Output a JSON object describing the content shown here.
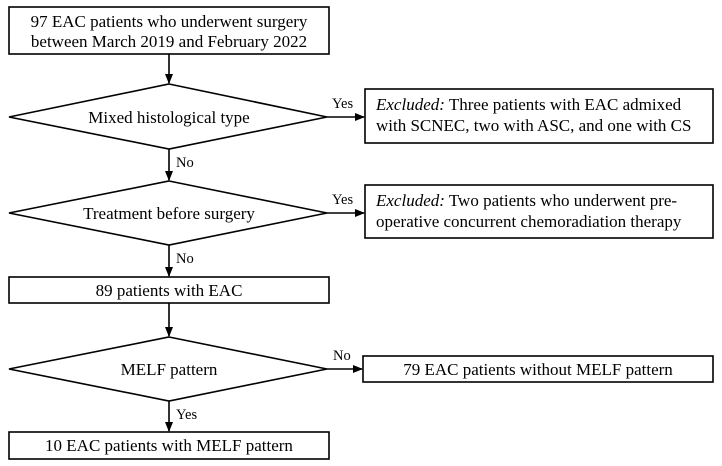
{
  "start": {
    "line1": "97 EAC patients who underwent surgery",
    "line2": "between March 2019 and February 2022"
  },
  "decision1": {
    "label": "Mixed histological type",
    "yes": "Yes",
    "no": "No",
    "excluded_prefix": "Excluded:",
    "excluded_line1": " Three patients with EAC admixed",
    "excluded_line2": "with SCNEC, two with ASC, and one with CS"
  },
  "decision2": {
    "label": "Treatment before surgery",
    "yes": "Yes",
    "no": "No",
    "excluded_prefix": "Excluded:",
    "excluded_line1": " Two patients who underwent pre-",
    "excluded_line2": "operative concurrent chemoradiation therapy"
  },
  "cohort": {
    "label": "89 patients with EAC"
  },
  "decision3": {
    "label": "MELF pattern",
    "yes": "Yes",
    "no": "No",
    "negative": "79 EAC patients without MELF pattern",
    "positive": "10 EAC patients with MELF pattern"
  }
}
